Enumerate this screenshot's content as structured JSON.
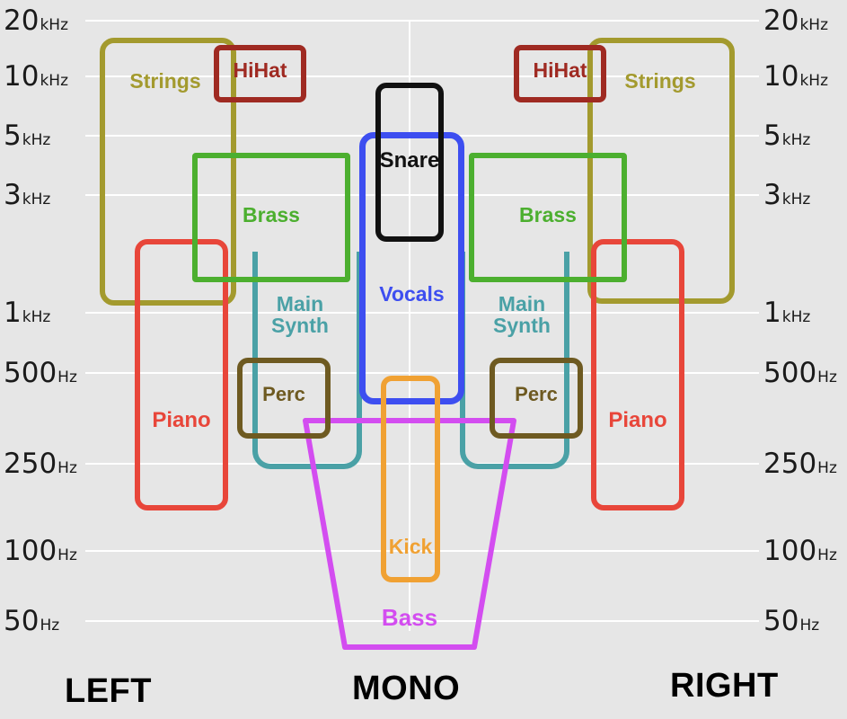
{
  "axis": {
    "left": "LEFT",
    "mono": "MONO",
    "right": "RIGHT"
  },
  "frequency_labels": [
    {
      "num": "20",
      "unit": "kHz"
    },
    {
      "num": "10",
      "unit": "kHz"
    },
    {
      "num": "5",
      "unit": "kHz"
    },
    {
      "num": "3",
      "unit": "kHz"
    },
    {
      "num": "1",
      "unit": "kHz"
    },
    {
      "num": "500",
      "unit": "Hz"
    },
    {
      "num": "250",
      "unit": "Hz"
    },
    {
      "num": "100",
      "unit": "Hz"
    },
    {
      "num": "50",
      "unit": "Hz"
    }
  ],
  "instruments": {
    "strings": "Strings",
    "hihat": "HiHat",
    "brass": "Brass",
    "snare": "Snare",
    "vocals": "Vocals",
    "main_synth_line1": "Main",
    "main_synth_line2": "Synth",
    "piano": "Piano",
    "perc": "Perc",
    "kick": "Kick",
    "bass": "Bass"
  },
  "colors": {
    "background": "#e6e6e6",
    "strings": "#a39a2e",
    "hihat": "#9f2a22",
    "brass": "#4caf2f",
    "snare": "#111111",
    "vocals": "#3d4ef0",
    "main_synth": "#4aa1a6",
    "piano": "#e8463a",
    "perc": "#6e5a21",
    "kick": "#f0a133",
    "bass": "#d34df0"
  }
}
